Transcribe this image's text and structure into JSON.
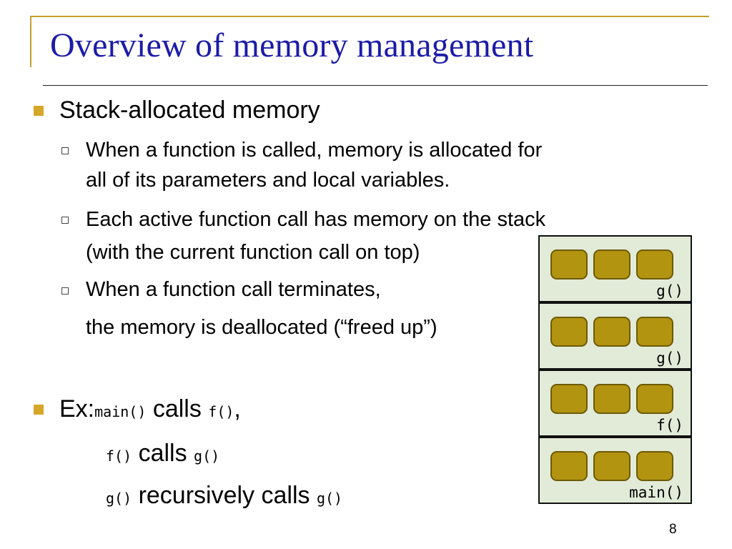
{
  "slide": {
    "title": "Overview of memory management",
    "page_number": "8"
  },
  "bullets": {
    "b1": "Stack-allocated memory",
    "s1_line1": "When a function is called, memory is allocated for",
    "s1_line2": "all of its parameters and local variables.",
    "s2_line1": "Each active function call has memory on the stack",
    "s2_line2": "(with the current function call on top)",
    "s3_line1": "When a function call terminates,",
    "s3_line2": "the memory is deallocated (“freed up”)"
  },
  "example": {
    "ex_label": "Ex:",
    "line1_code1": "main()",
    "line1_text": " calls ",
    "line1_code2": "f()",
    "line1_tail": ",",
    "line2_code1": "f()",
    "line2_text": " calls ",
    "line2_code2": "g()",
    "line3_code1": "g()",
    "line3_text": " recursively calls ",
    "line3_code2": "g()"
  },
  "stack_frames": [
    "g()",
    "g()",
    "f()",
    "main()"
  ],
  "colors": {
    "title": "#1b1ba8",
    "accent": "#d6a629",
    "frame_bg": "#e2ebd8",
    "cell": "#b29410"
  }
}
